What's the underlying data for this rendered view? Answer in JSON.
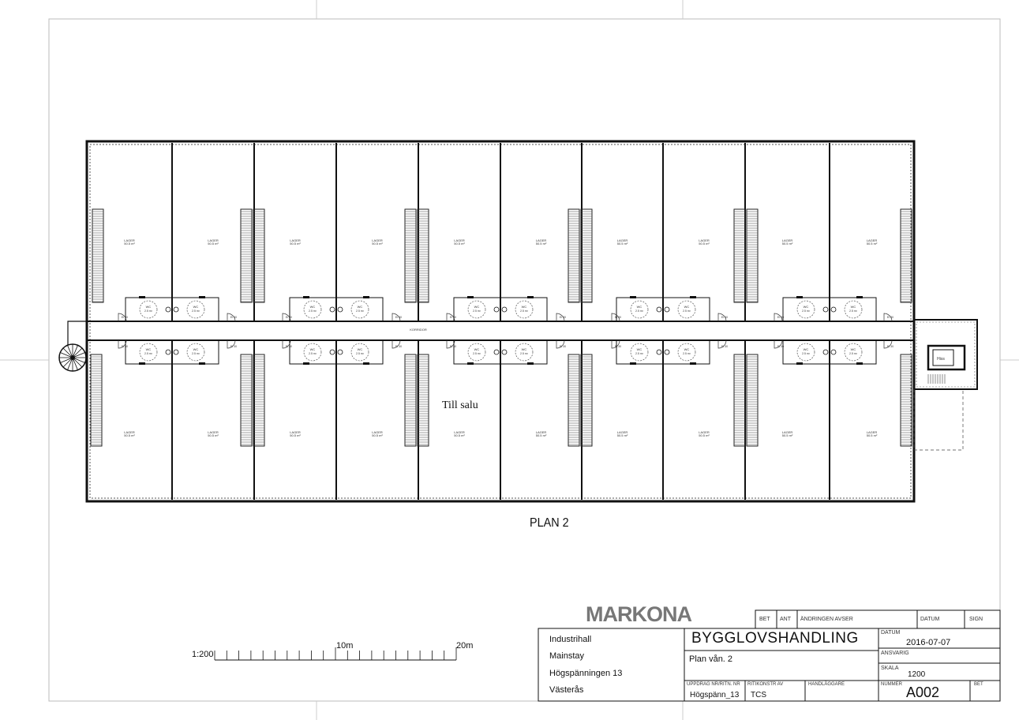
{
  "plan": {
    "title": "PLAN 2",
    "overlay_text": "Till salu",
    "unit_label": "LAGER",
    "wc_label": "WC",
    "corridor_label": "KORRIDOR",
    "hiss_label": "Hiss"
  },
  "scale_bar": {
    "ratio": "1:200",
    "mid_label": "10m",
    "end_label": "20m"
  },
  "title_block": {
    "logo": "MARKONA",
    "header": {
      "bet": "BET",
      "ant": "ANT",
      "andringen": "ÄNDRINGEN AVSER",
      "datum": "DATUM",
      "sign": "SIGN"
    },
    "project_lines": [
      "Industrihall",
      "Mainstay",
      "Högspänningen 13",
      "Västerås"
    ],
    "document_type": "BYGGLOVSHANDLING",
    "sheet_title": "Plan vån. 2",
    "datum_label": "DATUM",
    "datum_value": "2016-07-07",
    "ansvarig_label": "ANSVARIG",
    "skala_label": "SKALA",
    "skala_value": "1200",
    "uppdrag_label": "UPPDRAG NR/RITN. NR",
    "uppdrag_value": "Högspänn_13",
    "ritkonstr_label": "RITIKONSTR AV",
    "ritkonstr_value": "TCS",
    "handlaggare_label": "HANDLÄGGARE",
    "nummer_label": "NUMMER",
    "nummer_value": "A002",
    "bet_label": "BET"
  }
}
